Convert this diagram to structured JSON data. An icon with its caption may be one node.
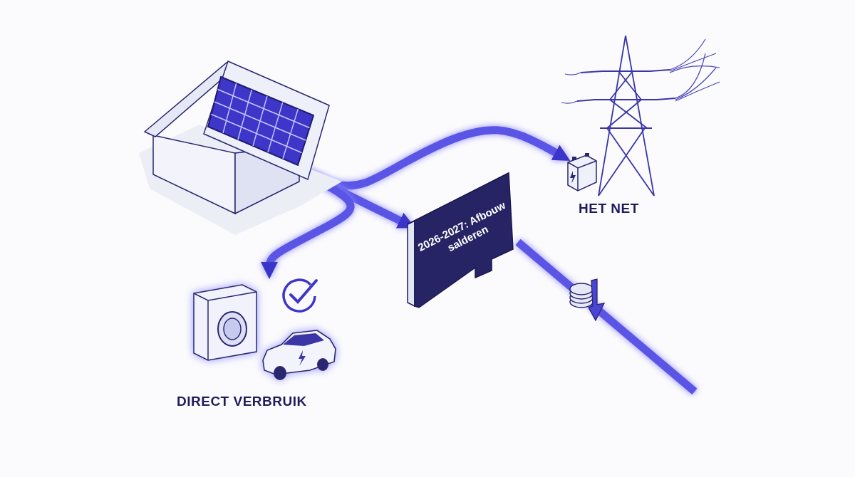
{
  "diagram": {
    "nodes": [
      {
        "text": [],
        "shape": "picture"
      },
      {
        "text": [
          "2026-2027: Afbouw salderen"
        ]
      },
      {
        "text": [
          "HET NET"
        ]
      },
      {
        "text": [
          "DIRECT VERBRUIK"
        ]
      }
    ],
    "edges": [
      {
        "from": 0,
        "to": 2,
        "arrow": "to"
      },
      {
        "from": 0,
        "to": 1,
        "arrow": "to"
      },
      {
        "from": 0,
        "to": 3,
        "arrow": "to"
      },
      {
        "from": 1,
        "to": null,
        "arrow": "none"
      }
    ]
  }
}
